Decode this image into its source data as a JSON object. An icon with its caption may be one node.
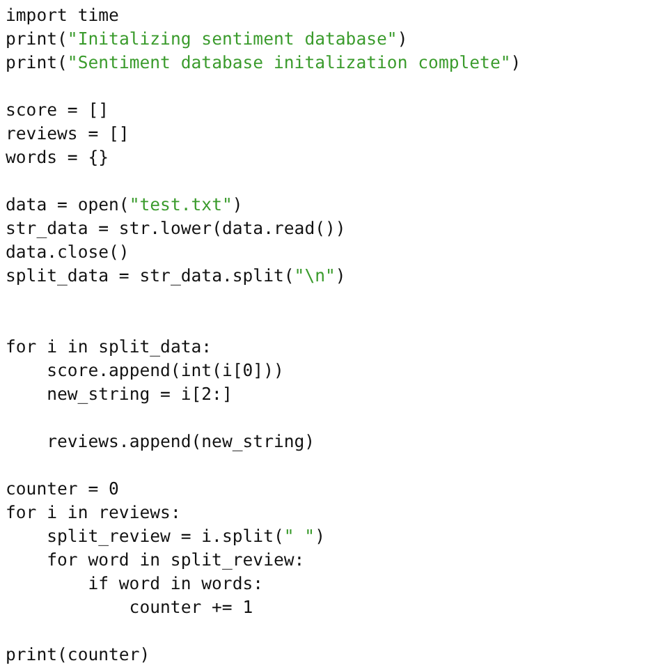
{
  "diagram": {
    "labels": [
      "import time",
      "print(\"Initalizing sentiment database\")",
      "print(\"Sentiment database initalization complete\")",
      "score = []",
      "reviews = []",
      "words = {}",
      "data = open(\"test.txt\")",
      "str_data = str.lower(data.read())",
      "data.close()",
      "split_data = str_data.split(\"\\n\")",
      "for i in split_data:",
      "score.append(int(i[0]))",
      "new_string = i[2:]",
      "reviews.append(new_string)",
      "counter = 0",
      "for i in reviews:",
      "split_review = i.split(\" \")",
      "for word in split_review:",
      "if word in words:",
      "counter += 1",
      "print(counter)"
    ]
  }
}
